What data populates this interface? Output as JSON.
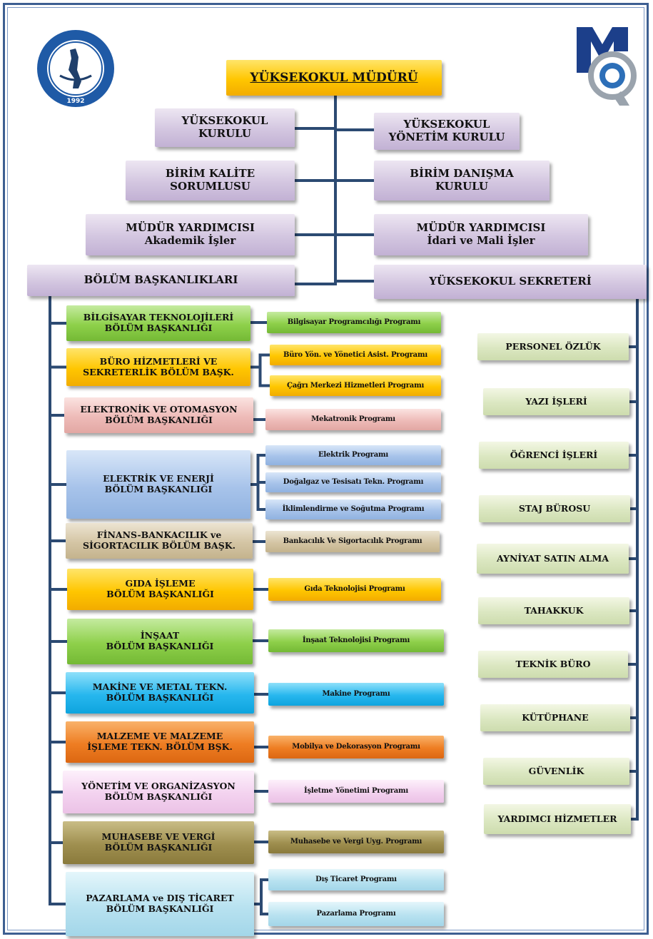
{
  "header": {
    "director": "YÜKSEKOKUL MÜDÜRÜ"
  },
  "top_units": {
    "board": [
      "YÜKSEKOKUL",
      "KURULU"
    ],
    "executive_board": [
      "YÜKSEKOKUL",
      "YÖNETİM KURULU"
    ],
    "quality_officer": [
      "BİRİM KALİTE",
      "SORUMLUSU"
    ],
    "advisory_board": [
      "BİRİM DANIŞMA",
      "KURULU"
    ],
    "deputy_academic": [
      "MÜDÜR YARDIMCISI",
      "Akademik İşler"
    ],
    "deputy_admin": [
      "MÜDÜR YARDIMCISI",
      "İdari ve Mali İşler"
    ],
    "departments_head": "BÖLÜM BAŞKANLIKLARI",
    "secretary": "YÜKSEKOKUL SEKRETERİ"
  },
  "departments": [
    {
      "lines": [
        "BİLGİSAYAR TEKNOLOJİLERİ",
        "BÖLÜM BAŞKANLIĞI"
      ],
      "programs": [
        "Bilgisayar Programcılığı Programı"
      ]
    },
    {
      "lines": [
        "BÜRO HİZMETLERİ VE",
        "SEKRETERLİK BÖLÜM BAŞK."
      ],
      "programs": [
        "Büro Yön. ve Yönetici Asist. Programı",
        "Çağrı Merkezi Hizmetleri Programı"
      ]
    },
    {
      "lines": [
        "ELEKTRONİK VE OTOMASYON",
        "BÖLÜM BAŞKANLIĞI"
      ],
      "programs": [
        "Mekatronik Programı"
      ]
    },
    {
      "lines": [
        "ELEKTRİK VE ENERJİ",
        "BÖLÜM BAŞKANLIĞI"
      ],
      "programs": [
        "Elektrik Programı",
        "Doğalgaz ve Tesisatı Tekn. Programı",
        "İklimlendirme ve Soğutma Programı"
      ]
    },
    {
      "lines": [
        "FİNANS-BANKACILIK ve",
        "SİGORTACILIK BÖLÜM BAŞK."
      ],
      "programs": [
        "Bankacılık Ve Sigortacılık Programı"
      ]
    },
    {
      "lines": [
        "GIDA İŞLEME",
        "BÖLÜM BAŞKANLIĞI"
      ],
      "programs": [
        "Gıda Teknolojisi Programı"
      ]
    },
    {
      "lines": [
        "İNŞAAT",
        "BÖLÜM BAŞKANLIĞI"
      ],
      "programs": [
        "İnşaat Teknolojisi Programı"
      ]
    },
    {
      "lines": [
        "MAKİNE VE METAL TEKN.",
        "BÖLÜM BAŞKANLIĞI"
      ],
      "programs": [
        "Makine Programı"
      ]
    },
    {
      "lines": [
        "MALZEME VE MALZEME",
        "İŞLEME TEKN. BÖLÜM BŞK."
      ],
      "programs": [
        "Mobilya ve Dekorasyon Programı"
      ]
    },
    {
      "lines": [
        "YÖNETİM VE ORGANİZASYON",
        "BÖLÜM BAŞKANLIĞI"
      ],
      "programs": [
        "İşletme Yönetimi Programı"
      ]
    },
    {
      "lines": [
        "MUHASEBE VE VERGİ",
        "BÖLÜM BAŞKANLIĞI"
      ],
      "programs": [
        "Muhasebe ve Vergi Uyg. Programı"
      ]
    },
    {
      "lines": [
        "PAZARLAMA ve DIŞ TİCARET",
        "BÖLÜM BAŞKANLIĞI"
      ],
      "programs": [
        "Dış Ticaret Programı",
        "Pazarlama Programı"
      ]
    }
  ],
  "admin_units": [
    "PERSONEL ÖZLÜK",
    "YAZI İŞLERİ",
    "ÖĞRENCİ İŞLERİ",
    "STAJ BÜROSU",
    "AYNİYAT SATIN ALMA",
    "TAHAKKUK",
    "TEKNİK BÜRO",
    "KÜTÜPHANE",
    "GÜVENLİK",
    "YARDIMCI HİZMETLER"
  ],
  "logos": {
    "university_year": "1992",
    "school_logo_icon": "mys-logo-icon"
  },
  "colors": {
    "connector": "#2c4a72",
    "frame": "#3d5f92",
    "department_colors": [
      "green",
      "gold",
      "pink",
      "blue",
      "tan",
      "gold",
      "green",
      "cyan",
      "orange",
      "rose",
      "olive",
      "aqua"
    ]
  }
}
